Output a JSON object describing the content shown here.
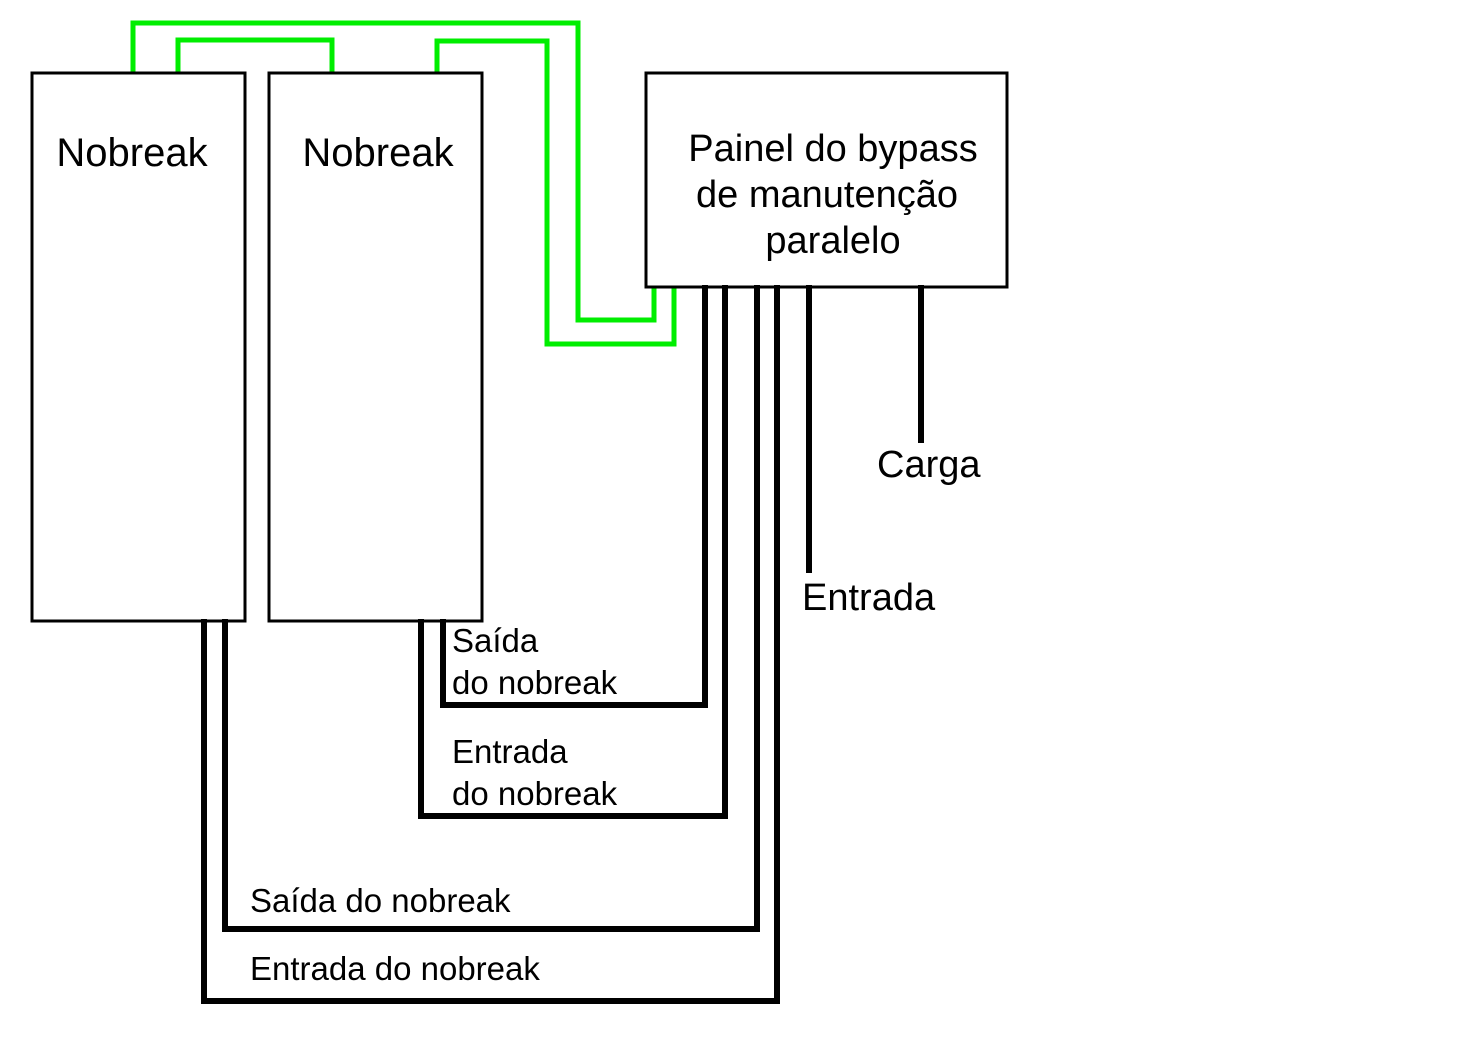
{
  "ups_units": [
    {
      "label": "Nobreak"
    },
    {
      "label": "Nobreak"
    }
  ],
  "bypass_panel": {
    "lines": [
      "Painel do bypass",
      "de manutenção",
      "paralelo"
    ]
  },
  "terminals": {
    "load": "Carga",
    "input": "Entrada"
  },
  "wire_labels": {
    "ups2_output": [
      "Saída",
      "do nobreak"
    ],
    "ups2_input": [
      "Entrada",
      "do nobreak"
    ],
    "ups1_output": "Saída do nobreak",
    "ups1_input": "Entrada do nobreak"
  },
  "colors": {
    "power_wire": "#000000",
    "signal_wire": "#00ee00"
  }
}
